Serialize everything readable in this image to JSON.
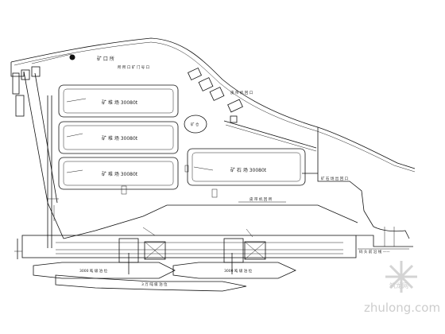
{
  "yard_labels": {
    "yard_1": "矿 堆 场 30080t",
    "yard_2": "矿 堆 场 30080t",
    "yard_3": "矿 堆 场 30080t",
    "yard_4": "矿 石 场 30080t",
    "top_area": "矿 口 所",
    "top_sub": "所 所 口 矿 门 号 口",
    "right_mid": "皮 带 机 回 口",
    "right_lower": "矿 石 场 出 回 口",
    "mid_road": "皮 带 机 回 所",
    "small_circle": "矿 仓",
    "ship_1": "3000 吨 级 泊 位",
    "ship_2": "3000 吨 级 泊 位",
    "ship_lower": "3 万 吨 级 泊 位",
    "quay_right": "码 头 前 沿 线 ——"
  },
  "watermark": {
    "brand": "zhulong.com",
    "logo": "筑龙网"
  }
}
